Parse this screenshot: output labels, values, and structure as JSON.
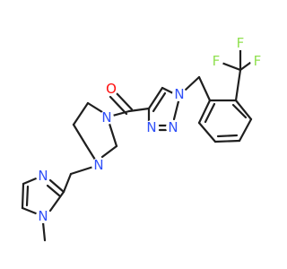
{
  "molecule": {
    "atoms": {
      "carbonyl_oxygen": {
        "label": "O",
        "color": "#ff0d0d"
      },
      "piperazine_n_top": {
        "label": "N",
        "color": "#3050f8"
      },
      "piperazine_n_bottom": {
        "label": "N",
        "color": "#3050f8"
      },
      "triazole_n1": {
        "label": "N",
        "color": "#3050f8"
      },
      "triazole_n2": {
        "label": "N",
        "color": "#3050f8"
      },
      "triazole_n3": {
        "label": "N",
        "color": "#3050f8"
      },
      "imidazole_n_ring": {
        "label": "N",
        "color": "#3050f8"
      },
      "imidazole_n_methyl": {
        "label": "N",
        "color": "#3050f8"
      },
      "fluorine_a": {
        "label": "F",
        "color": "#90e050"
      },
      "fluorine_b": {
        "label": "F",
        "color": "#90e050"
      },
      "fluorine_c": {
        "label": "F",
        "color": "#90e050"
      }
    },
    "bond_color": "#1f1f1f"
  }
}
